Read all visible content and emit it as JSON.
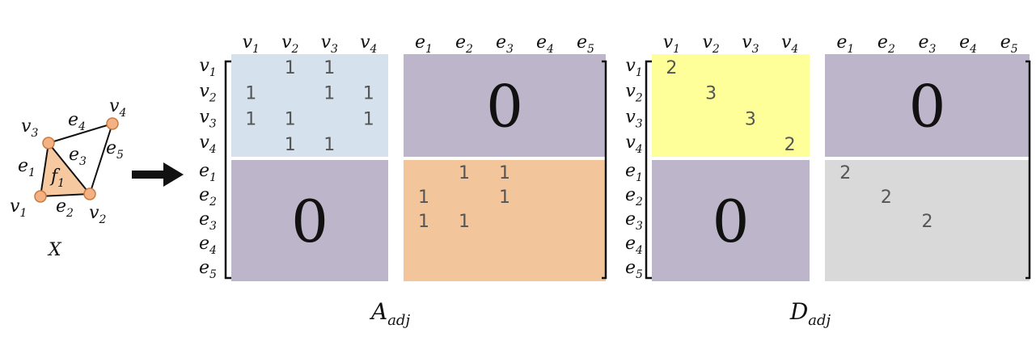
{
  "graph": {
    "name": "X",
    "vertices": [
      {
        "base": "v",
        "sub": "1"
      },
      {
        "base": "v",
        "sub": "2"
      },
      {
        "base": "v",
        "sub": "3"
      },
      {
        "base": "v",
        "sub": "4"
      }
    ],
    "edges": [
      {
        "base": "e",
        "sub": "1"
      },
      {
        "base": "e",
        "sub": "2"
      },
      {
        "base": "e",
        "sub": "3"
      },
      {
        "base": "e",
        "sub": "4"
      },
      {
        "base": "e",
        "sub": "5"
      }
    ],
    "face": {
      "base": "f",
      "sub": "1"
    }
  },
  "matrices": [
    {
      "id": "adjacency",
      "caption": {
        "base": "A",
        "sub": "adj"
      },
      "blocks": {
        "top_left": {
          "color": "#d5e2ee",
          "cells": [
            [
              "",
              "1",
              "1",
              ""
            ],
            [
              "1",
              "",
              "1",
              "1"
            ],
            [
              "1",
              "1",
              "",
              "1"
            ],
            [
              "",
              "1",
              "1",
              ""
            ]
          ]
        },
        "top_right": {
          "color": "#bdb5c9",
          "label": "0"
        },
        "bottom_left": {
          "color": "#bdb5c9",
          "label": "0"
        },
        "bottom_right": {
          "color": "#f3c59b",
          "cells": [
            [
              "",
              "1",
              "1",
              "",
              ""
            ],
            [
              "1",
              "",
              "1",
              "",
              ""
            ],
            [
              "1",
              "1",
              "",
              "",
              ""
            ],
            [
              "",
              "",
              "",
              "",
              ""
            ],
            [
              "",
              "",
              "",
              "",
              ""
            ]
          ]
        }
      }
    },
    {
      "id": "degree",
      "caption": {
        "base": "D",
        "sub": "adj"
      },
      "blocks": {
        "top_left": {
          "color": "#ffff99",
          "cells": [
            [
              "2",
              "",
              "",
              ""
            ],
            [
              "",
              "3",
              "",
              ""
            ],
            [
              "",
              "",
              "3",
              ""
            ],
            [
              "",
              "",
              "",
              "2"
            ]
          ]
        },
        "top_right": {
          "color": "#bdb5c9",
          "label": "0"
        },
        "bottom_left": {
          "color": "#bdb5c9",
          "label": "0"
        },
        "bottom_right": {
          "color": "#d9d9d9",
          "cells": [
            [
              "2",
              "",
              "",
              "",
              ""
            ],
            [
              "",
              "2",
              "",
              "",
              ""
            ],
            [
              "",
              "",
              "2",
              "",
              ""
            ],
            [
              "",
              "",
              "",
              "",
              ""
            ],
            [
              "",
              "",
              "",
              "",
              ""
            ]
          ]
        }
      }
    }
  ]
}
